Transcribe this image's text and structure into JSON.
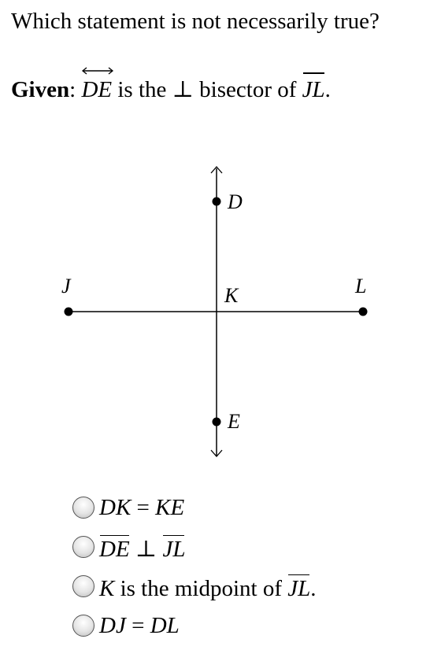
{
  "question": {
    "text": "Which statement is not necessarily true?"
  },
  "given": {
    "label": "Given",
    "colon": ":",
    "line_name": "DE",
    "text_is_the": "is the",
    "perp_symbol": "⊥",
    "text_bisector_of": "bisector of",
    "segment_name": "JL",
    "period": "."
  },
  "figure": {
    "points": {
      "D": "D",
      "K": "K",
      "E": "E",
      "J": "J",
      "L": "L"
    }
  },
  "choices": [
    {
      "left": "DK",
      "op": "=",
      "right": "KE"
    },
    {
      "left": "DE",
      "op": "⊥",
      "right": "JL"
    },
    {
      "var": "K",
      "text": "is the midpoint of",
      "segment": "JL",
      "period": "."
    },
    {
      "left": "DJ",
      "op": "=",
      "right": "DL"
    }
  ],
  "colors": {
    "text": "#000000",
    "radio_border": "#555555"
  }
}
